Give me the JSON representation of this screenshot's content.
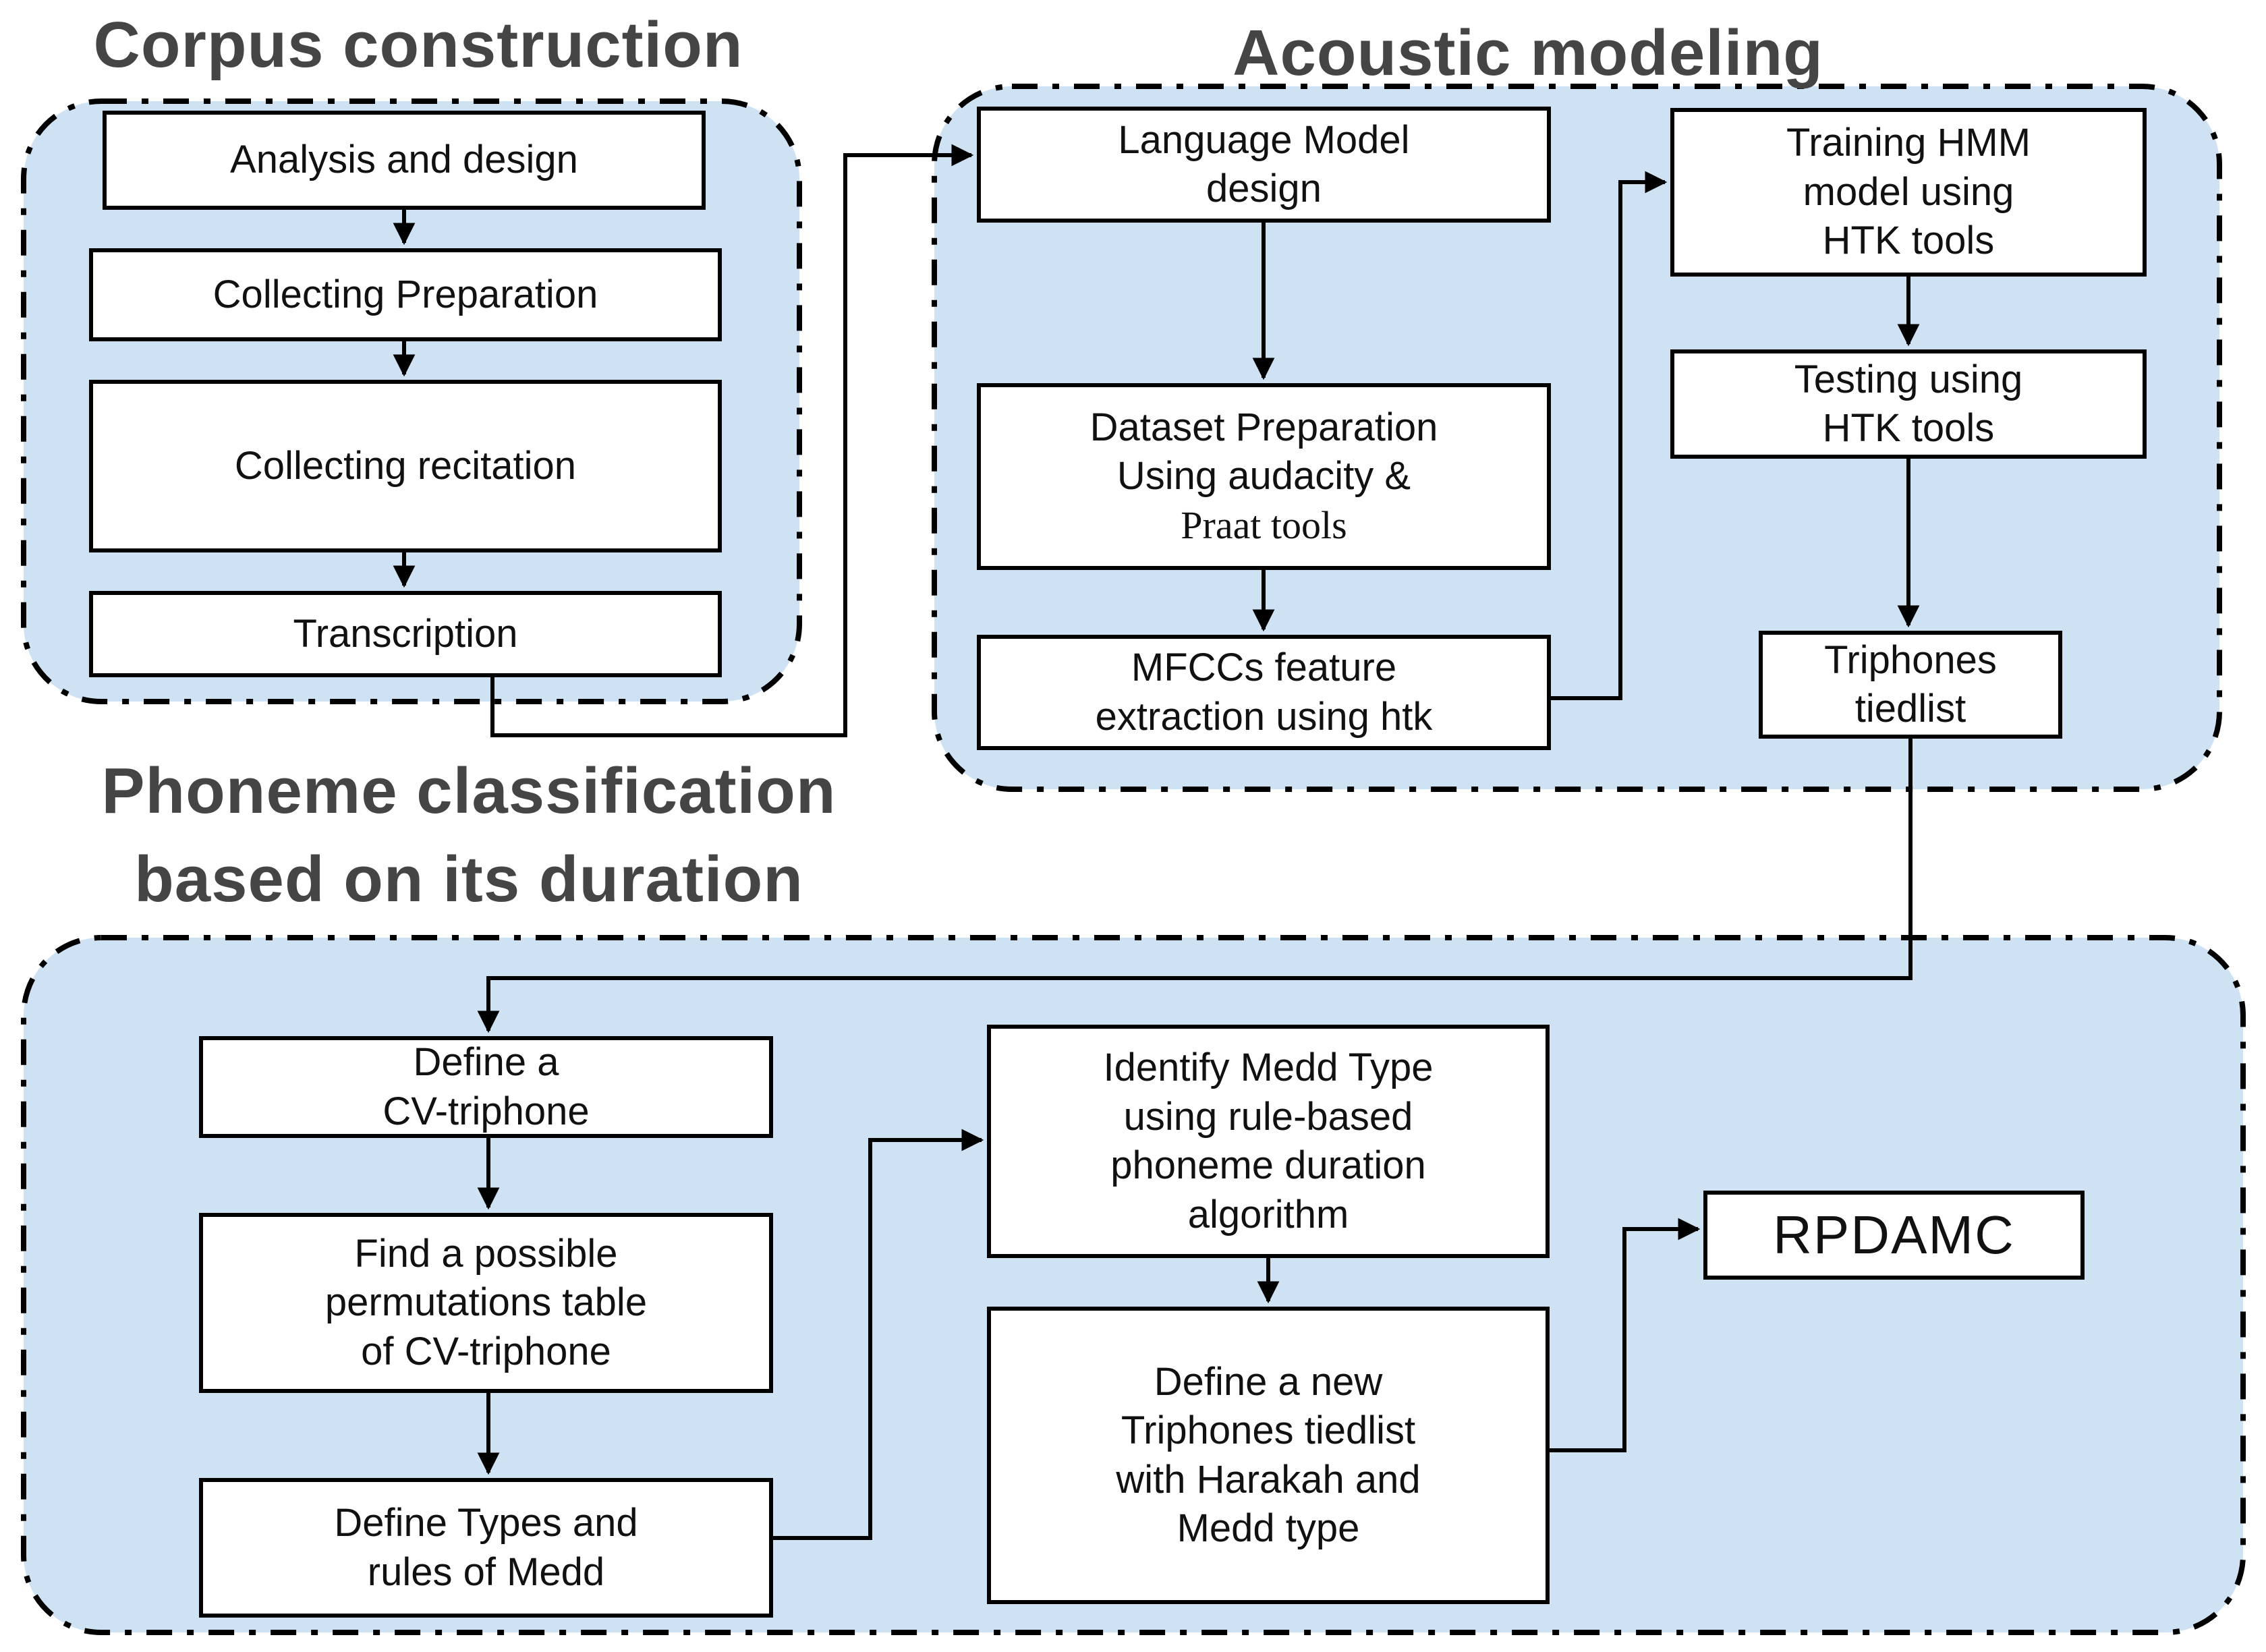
{
  "diagram": {
    "sections": {
      "corpus": {
        "title": "Corpus construction"
      },
      "acoustic": {
        "title": "Acoustic modeling"
      },
      "phoneme": {
        "title": "Phoneme classification\nbased on its duration"
      }
    },
    "nodes": {
      "analysis": {
        "label": "Analysis and design"
      },
      "collecting_prep": {
        "label": "Collecting Preparation"
      },
      "collecting_rec": {
        "label": "Collecting recitation"
      },
      "transcription": {
        "label": "Transcription"
      },
      "lm_design": {
        "label": "Language Model\ndesign"
      },
      "dataset_prep": {
        "label": "Dataset Preparation\nUsing audacity &",
        "label_serif": "Praat tools"
      },
      "mfcc": {
        "label": "MFCCs feature\nextraction using htk"
      },
      "training": {
        "label": "Training HMM\nmodel using\nHTK tools"
      },
      "testing": {
        "label": "Testing using\nHTK tools"
      },
      "triphones": {
        "label": "Triphones\ntiedlist"
      },
      "define_cv": {
        "label": "Define a\nCV-triphone"
      },
      "find_perm": {
        "label": "Find a possible\npermutations table\nof CV-triphone"
      },
      "define_types": {
        "label": "Define Types and\nrules of Medd"
      },
      "identify_medd": {
        "label": "Identify Medd Type\nusing rule-based\nphoneme duration\nalgorithm"
      },
      "define_new": {
        "label": "Define a new\nTriphones tiedlist\nwith Harakah and\nMedd type"
      },
      "rpdamc": {
        "label": "RPDAMC"
      }
    },
    "colors": {
      "container_fill": "#cfe2f3",
      "container_border": "#000000",
      "box_fill": "#ffffff",
      "box_border": "#000000",
      "title_text": "#454545",
      "body_text": "#111111"
    }
  }
}
